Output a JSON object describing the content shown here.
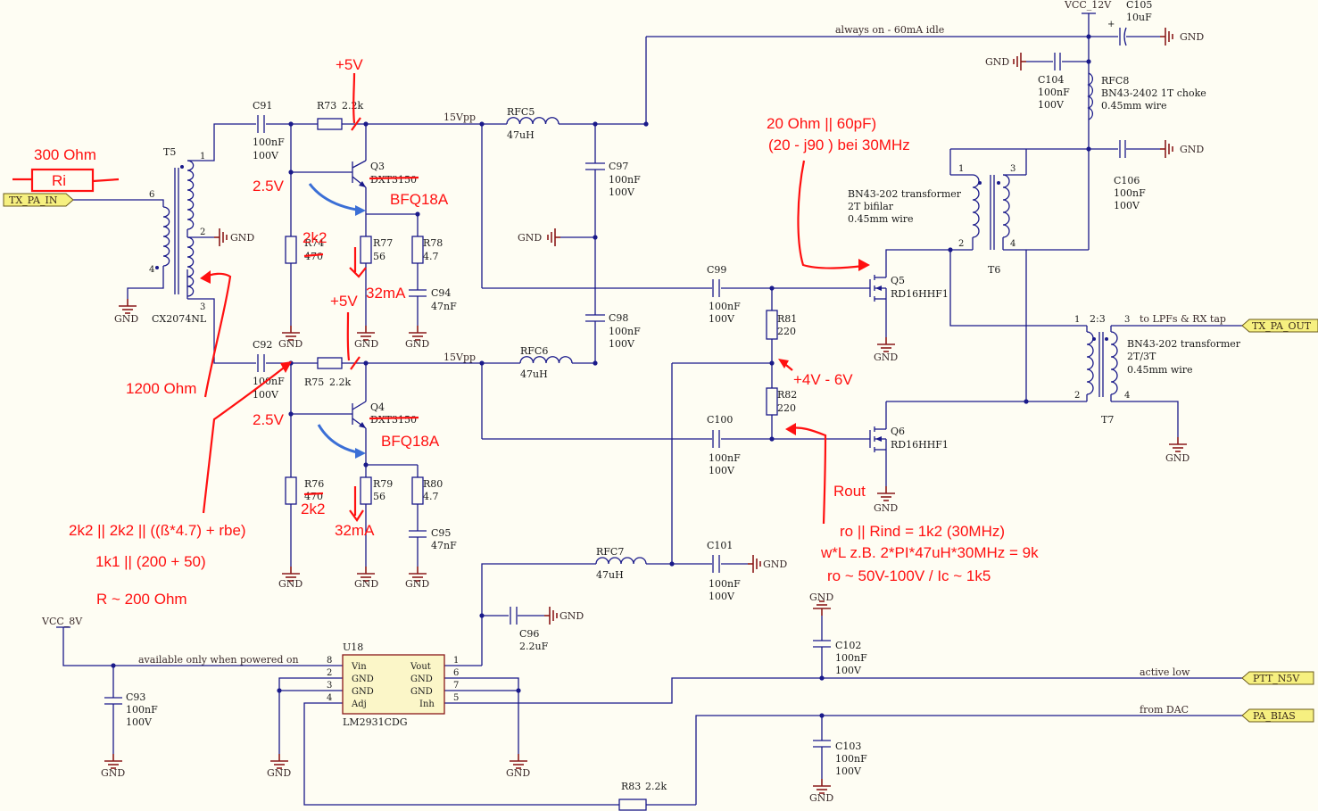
{
  "components": {
    "T5": {
      "ref": "T5",
      "part": "CX2074NL"
    },
    "C91": {
      "ref": "C91",
      "v1": "100nF",
      "v2": "100V"
    },
    "C92": {
      "ref": "C92",
      "v1": "100nF",
      "v2": "100V"
    },
    "R73": {
      "ref": "R73",
      "value": "2.2k"
    },
    "R75": {
      "ref": "R75",
      "value": "2.2k"
    },
    "R74": {
      "ref": "R74",
      "value": "470"
    },
    "R76": {
      "ref": "R76",
      "value": "470"
    },
    "R77": {
      "ref": "R77",
      "value": "56"
    },
    "R79": {
      "ref": "R79",
      "value": "56"
    },
    "R78": {
      "ref": "R78",
      "value": "4.7"
    },
    "R80": {
      "ref": "R80",
      "value": "4.7"
    },
    "C94": {
      "ref": "C94",
      "value": "47nF"
    },
    "C95": {
      "ref": "C95",
      "value": "47nF"
    },
    "Q3": {
      "ref": "Q3",
      "part": "DXT3150"
    },
    "Q4": {
      "ref": "Q4",
      "part": "DXT3150"
    },
    "RFC5": {
      "ref": "RFC5",
      "value": "47uH"
    },
    "RFC6": {
      "ref": "RFC6",
      "value": "47uH"
    },
    "RFC7": {
      "ref": "RFC7",
      "value": "47uH"
    },
    "C97": {
      "ref": "C97",
      "v1": "100nF",
      "v2": "100V"
    },
    "C98": {
      "ref": "C98",
      "v1": "100nF",
      "v2": "100V"
    },
    "C99": {
      "ref": "C99",
      "v1": "100nF",
      "v2": "100V"
    },
    "C100": {
      "ref": "C100",
      "v1": "100nF",
      "v2": "100V"
    },
    "C101": {
      "ref": "C101",
      "v1": "100nF",
      "v2": "100V"
    },
    "R81": {
      "ref": "R81",
      "value": "220"
    },
    "R82": {
      "ref": "R82",
      "value": "220"
    },
    "Q5": {
      "ref": "Q5",
      "part": "RD16HHF1"
    },
    "Q6": {
      "ref": "Q6",
      "part": "RD16HHF1"
    },
    "C104": {
      "ref": "C104",
      "v1": "100nF",
      "v2": "100V"
    },
    "C105": {
      "ref": "C105",
      "value": "10uF"
    },
    "C106": {
      "ref": "C106",
      "v1": "100nF",
      "v2": "100V"
    },
    "RFC8": {
      "ref": "RFC8",
      "l1": "BN43-2402 1T choke",
      "l2": "0.45mm wire"
    },
    "T6": {
      "ref": "T6",
      "l1": "BN43-202 transformer",
      "l2": "2T bifilar",
      "l3": "0.45mm wire"
    },
    "T7": {
      "ref": "T7",
      "l1": "BN43-202 transformer",
      "l2": "2T/3T",
      "l3": "0.45mm wire",
      "ratio": "2:3"
    },
    "C96": {
      "ref": "C96",
      "value": "2.2uF"
    },
    "C93": {
      "ref": "C93",
      "v1": "100nF",
      "v2": "100V"
    },
    "C102": {
      "ref": "C102",
      "v1": "100nF",
      "v2": "100V"
    },
    "C103": {
      "ref": "C103",
      "v1": "100nF",
      "v2": "100V"
    },
    "R83": {
      "ref": "R83",
      "value": "2.2k"
    },
    "U18": {
      "ref": "U18",
      "part": "LM2931CDG",
      "pins_left": [
        "Vin",
        "GND",
        "GND",
        "Adj"
      ],
      "pins_right": [
        "Vout",
        "GND",
        "GND",
        "Inh"
      ]
    }
  },
  "nets": {
    "vcc12": "VCC_12V",
    "vcc8": "VCC_8V",
    "gnd": "GND",
    "v15pp": "15Vpp",
    "always_on": "always on - 60mA idle",
    "available": "available only when powered on",
    "active_low": "active low",
    "from_dac": "from DAC",
    "to_lpf": "to LPFs & RX tap"
  },
  "ports": {
    "tx_in": "TX_PA_IN",
    "tx_out": "TX_PA_OUT",
    "ptt": "PTT_N5V",
    "bias": "PA_BIAS"
  },
  "annotations": {
    "ohm300": "300 Ohm",
    "ri": "Ri",
    "plus5_a": "+5V",
    "plus5_b": "+5V",
    "v25_a": "2.5V",
    "v25_b": "2.5V",
    "k2_a": "2k2",
    "k2_b": "2k2",
    "ma32_a": "32mA",
    "ma32_b": "32mA",
    "bfq_a": "BFQ18A",
    "bfq_b": "BFQ18A",
    "ohm1200": "1200 Ohm",
    "eq1": "2k2 || 2k2 || ((ß*4.7) + rbe)",
    "eq2": "1k1 || (200 + 50)",
    "eq3": "R ~ 200 Ohm",
    "z1": "20 Ohm || 60pF)",
    "z2": "(20 - j90 ) bei 30MHz",
    "v46": "+4V - 6V",
    "rout": "Rout",
    "ro1": "ro || Rind = 1k2 (30MHz)",
    "ro2": "w*L  z.B. 2*PI*47uH*30MHz  = 9k",
    "ro3": "ro ~ 50V-100V / Ic ~ 1k5"
  }
}
